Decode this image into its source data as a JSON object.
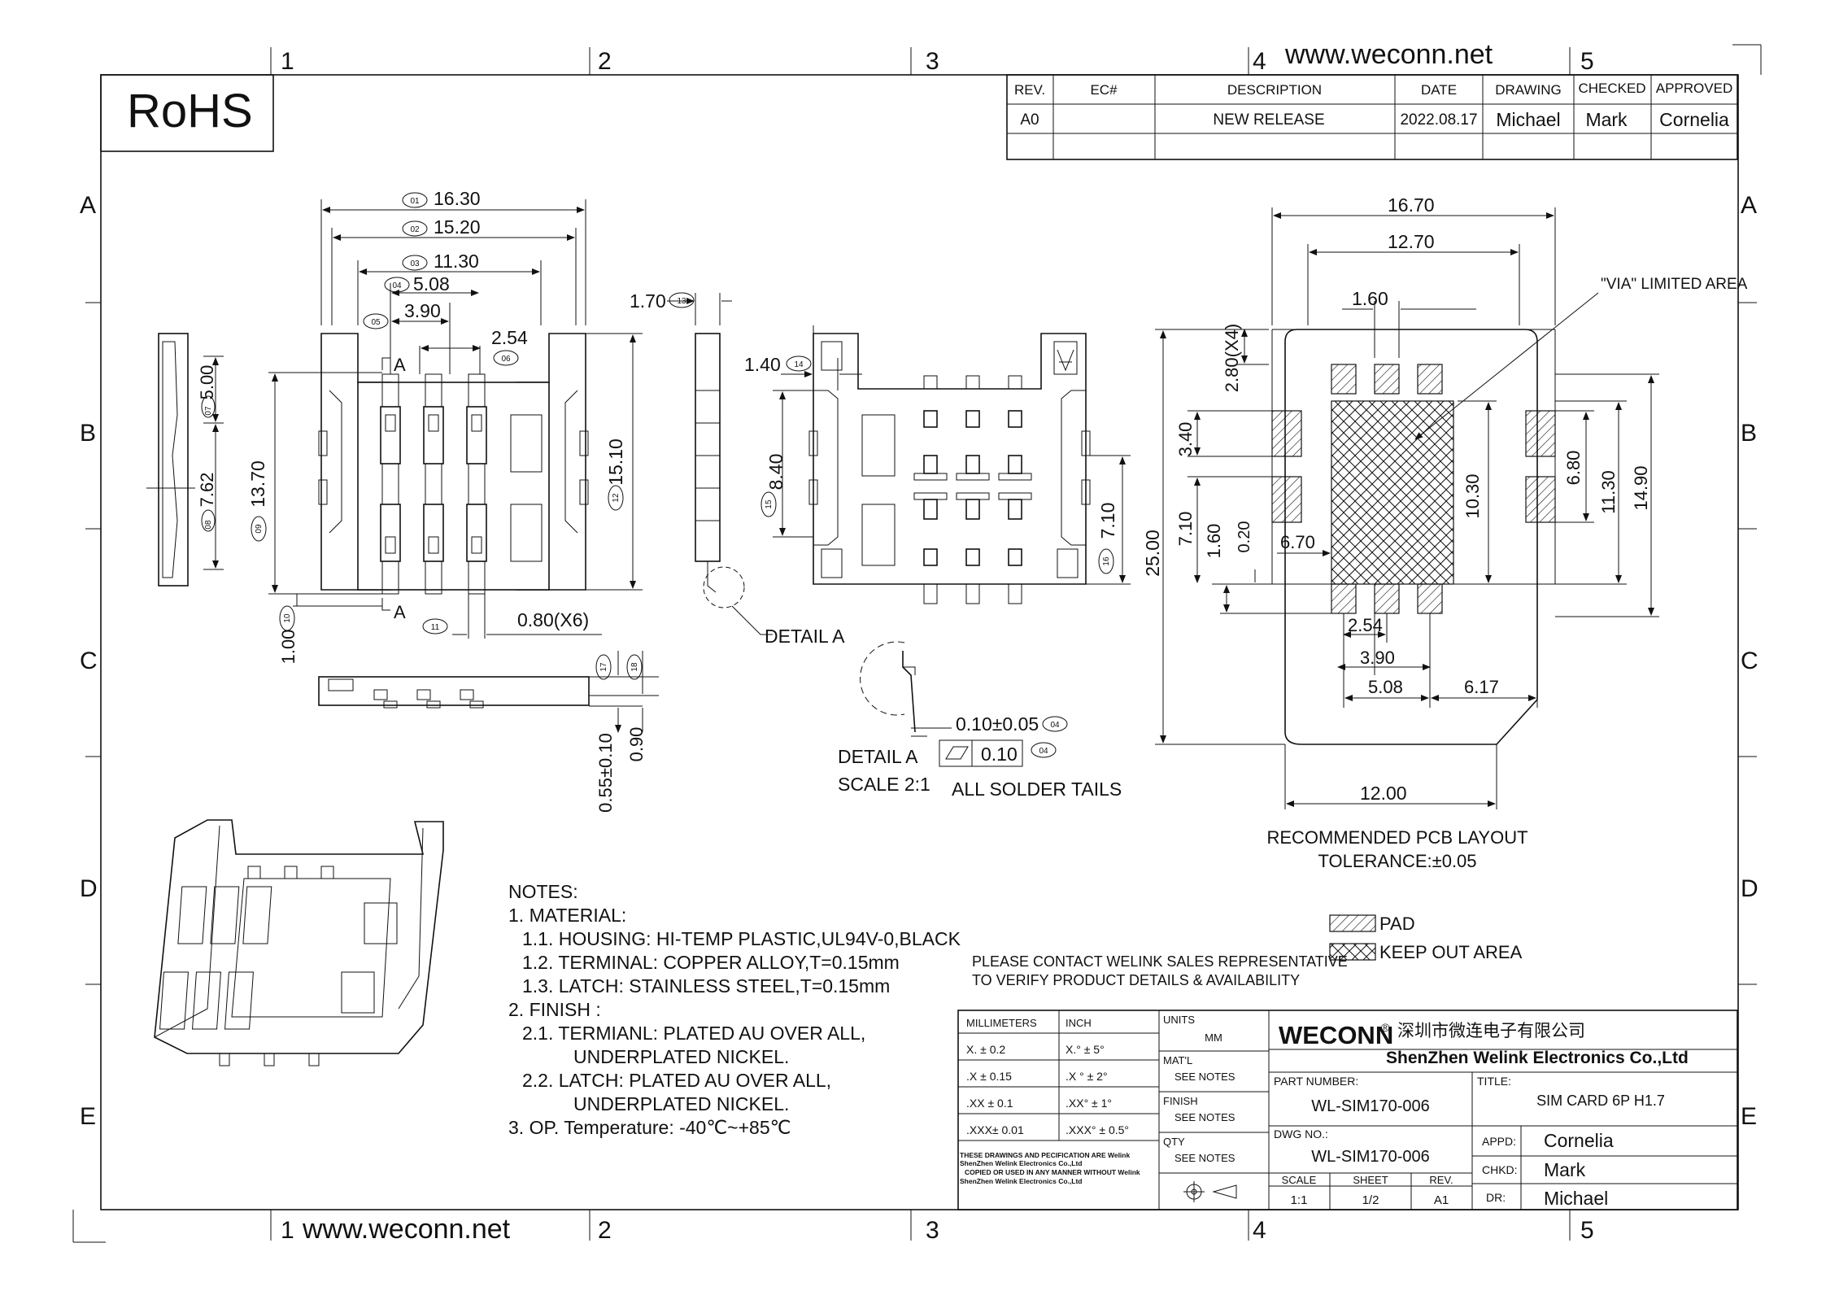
{
  "site": "www.weconn.net",
  "rohs": "RoHS",
  "zones": {
    "cols": [
      "1",
      "2",
      "3",
      "4",
      "5"
    ],
    "rows": [
      "A",
      "B",
      "C",
      "D",
      "E"
    ]
  },
  "revision_table": {
    "headers": [
      "REV.",
      "EC#",
      "DESCRIPTION",
      "DATE",
      "DRAWING",
      "CHECKED",
      "APPROVED"
    ],
    "row": [
      "A0",
      "",
      "NEW RELEASE",
      "2022.08.17",
      "Michael",
      "Mark",
      "Cornelia"
    ]
  },
  "top_view": {
    "dims": [
      {
        "tag": "01",
        "value": "16.30"
      },
      {
        "tag": "02",
        "value": "15.20"
      },
      {
        "tag": "03",
        "value": "11.30"
      },
      {
        "tag": "04",
        "value": "5.08"
      },
      {
        "tag": "05",
        "value": "3.90"
      },
      {
        "tag": "06",
        "value": "2.54"
      },
      {
        "tag": "07",
        "value": "5.00"
      },
      {
        "tag": "08",
        "value": "7.62"
      },
      {
        "tag": "09",
        "value": "13.70"
      },
      {
        "tag": "10",
        "value": "1.00"
      },
      {
        "tag": "11",
        "value": "0.80(X6)"
      },
      {
        "tag": "12",
        "value": "15.10"
      }
    ],
    "section": "A"
  },
  "side_view": {
    "dims": [
      {
        "tag": "13",
        "value": "1.70"
      }
    ],
    "detail_label": "DETAIL A"
  },
  "bottom_view": {
    "dims": [
      {
        "tag": "14",
        "value": "1.40"
      },
      {
        "tag": "15",
        "value": "8.40"
      },
      {
        "tag": "16",
        "value": "7.10"
      }
    ]
  },
  "front_view": {
    "dims": [
      {
        "tag": "17",
        "value": "0.55±0.10"
      },
      {
        "tag": "18",
        "value": "0.90"
      }
    ]
  },
  "detail_a": {
    "title": "DETAIL A",
    "scale": "SCALE 2:1",
    "dim": "0.10±0.05",
    "dim_tag": "04",
    "flatness": "0.10",
    "flatness_tag": "04",
    "note": "ALL SOLDER TAILS"
  },
  "pcb_layout": {
    "dims": [
      "16.70",
      "12.70",
      "1.60",
      "2.80(X4)",
      "3.40",
      "7.10",
      "1.60",
      "0.20",
      "6.70",
      "10.30",
      "6.80",
      "11.30",
      "14.90",
      "25.00",
      "2.54",
      "3.90",
      "5.08",
      "6.17",
      "12.00"
    ],
    "via_label": "\"VIA\" LIMITED AREA",
    "caption": "RECOMMENDED PCB LAYOUT",
    "tolerance": "TOLERANCE:±0.05",
    "legend": [
      {
        "pattern": "pad",
        "label": "PAD"
      },
      {
        "pattern": "keepout",
        "label": "KEEP OUT AREA"
      }
    ]
  },
  "notes": {
    "title": "NOTES:",
    "lines": [
      "1. MATERIAL:",
      "1.1. HOUSING: HI-TEMP PLASTIC,UL94V-0,BLACK",
      "1.2. TERMINAL: COPPER ALLOY,T=0.15mm",
      "1.3. LATCH: STAINLESS STEEL,T=0.15mm",
      "2. FINISH :",
      "2.1. TERMIANL: PLATED AU OVER ALL,",
      "UNDERPLATED NICKEL.",
      "2.2. LATCH:   PLATED AU OVER ALL,",
      "UNDERPLATED NICKEL.",
      "3. OP. Temperature: -40℃~+85℃"
    ]
  },
  "contact_note": [
    "PLEASE CONTACT WELINK SALES REPRESENTATIVE",
    "TO VERIFY PRODUCT DETAILS & AVAILABILITY"
  ],
  "title_block": {
    "tol_headers": [
      "MILLIMETERS",
      "INCH"
    ],
    "tol_rows": [
      [
        "X.  ±  0.2",
        "X.°  ±  5°"
      ],
      [
        ".X  ± 0.15",
        ".X °  ± 2°"
      ],
      [
        ".XX  ± 0.1",
        ".XX°  ± 1°"
      ],
      [
        ".XXX± 0.01",
        ".XXX° ± 0.5°"
      ]
    ],
    "units_label": "UNITS",
    "units_value": "MM",
    "matl_label": "MAT'L",
    "matl_value": "SEE NOTES",
    "finish_label": "FINISH",
    "finish_value": "SEE NOTES",
    "qty_label": "QTY",
    "qty_value": "SEE NOTES",
    "disclaimer": [
      "THESE DRAWINGS AND PECIFICATION  ARE Welink",
      "ShenZhen Welink Electronics Co.,Ltd",
      "COPIED OR USED IN ANY MANNER WITHOUT Welink",
      "ShenZhen Welink Electronics Co.,Ltd"
    ],
    "brand": "WECONN",
    "brand_mark": "®",
    "company_cn": "深圳市微连电子有限公司",
    "company_en": "ShenZhen Welink Electronics Co.,Ltd",
    "part_number_label": "PART NUMBER:",
    "part_number": "WL-SIM170-006",
    "title_label": "TITLE:",
    "title": "SIM CARD 6P H1.7",
    "dwg_label": "DWG NO.:",
    "dwg_no": "WL-SIM170-006",
    "scale_label": "SCALE",
    "scale": "1:1",
    "sheet_label": "SHEET",
    "sheet": "1/2",
    "rev_label": "REV.",
    "rev": "A1",
    "appd_label": "APPD:",
    "appd": "Cornelia",
    "chkd_label": "CHKD:",
    "chkd": "Mark",
    "dr_label": "DR:",
    "dr": "Michael"
  }
}
